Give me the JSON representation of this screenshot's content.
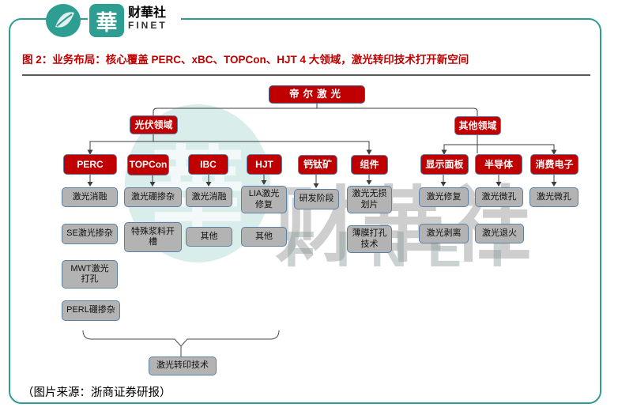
{
  "brand": {
    "logo_glyph": "華",
    "name_cn": "财華社",
    "name_en": "FINET"
  },
  "figure": {
    "title": "图 2：业务布局：核心覆盖 PERC、xBC、TOPCon、HJT 4 大领域，激光转印技术打开新空间",
    "source_note": "（图片来源：浙商证券研报）"
  },
  "watermark": {
    "circle_glyph": "華",
    "text_cn": "财華社",
    "text_en": "FINET"
  },
  "colors": {
    "accent_red": "#C00000",
    "brand_teal": "#2E9D92",
    "node_gray": "#B3B3B3",
    "node_border_blue": "#5B7FA6"
  },
  "org": {
    "root": "帝尔激光",
    "level2": {
      "pv": "光伏领域",
      "other": "其他领域"
    },
    "level3": {
      "perc": "PERC",
      "topcon": "TOPCon",
      "ibc": "IBC",
      "hjt": "HJT",
      "perovskite": "钙钛矿",
      "module": "组件",
      "display": "显示面板",
      "semi": "半导体",
      "consumer": "消费电子"
    },
    "leaves": {
      "perc1": "激光消融",
      "perc2": "SE激光掺杂",
      "perc3": "MWT激光打孔",
      "perc4": "PERL硼掺杂",
      "topcon1": "激光硼掺杂",
      "topcon2": "特殊浆料开槽",
      "ibc1": "激光消融",
      "ibc2": "其他",
      "hjt1": "LIA激光修复",
      "hjt2": "其他",
      "perovskite1": "研发阶段",
      "module1": "激光无损划片",
      "module2": "薄膜打孔技术",
      "display1": "激光修复",
      "display2": "激光剥离",
      "semi1": "激光微孔",
      "semi2": "激光退火",
      "consumer1": "激光微孔",
      "transfer": "激光转印技术"
    }
  }
}
